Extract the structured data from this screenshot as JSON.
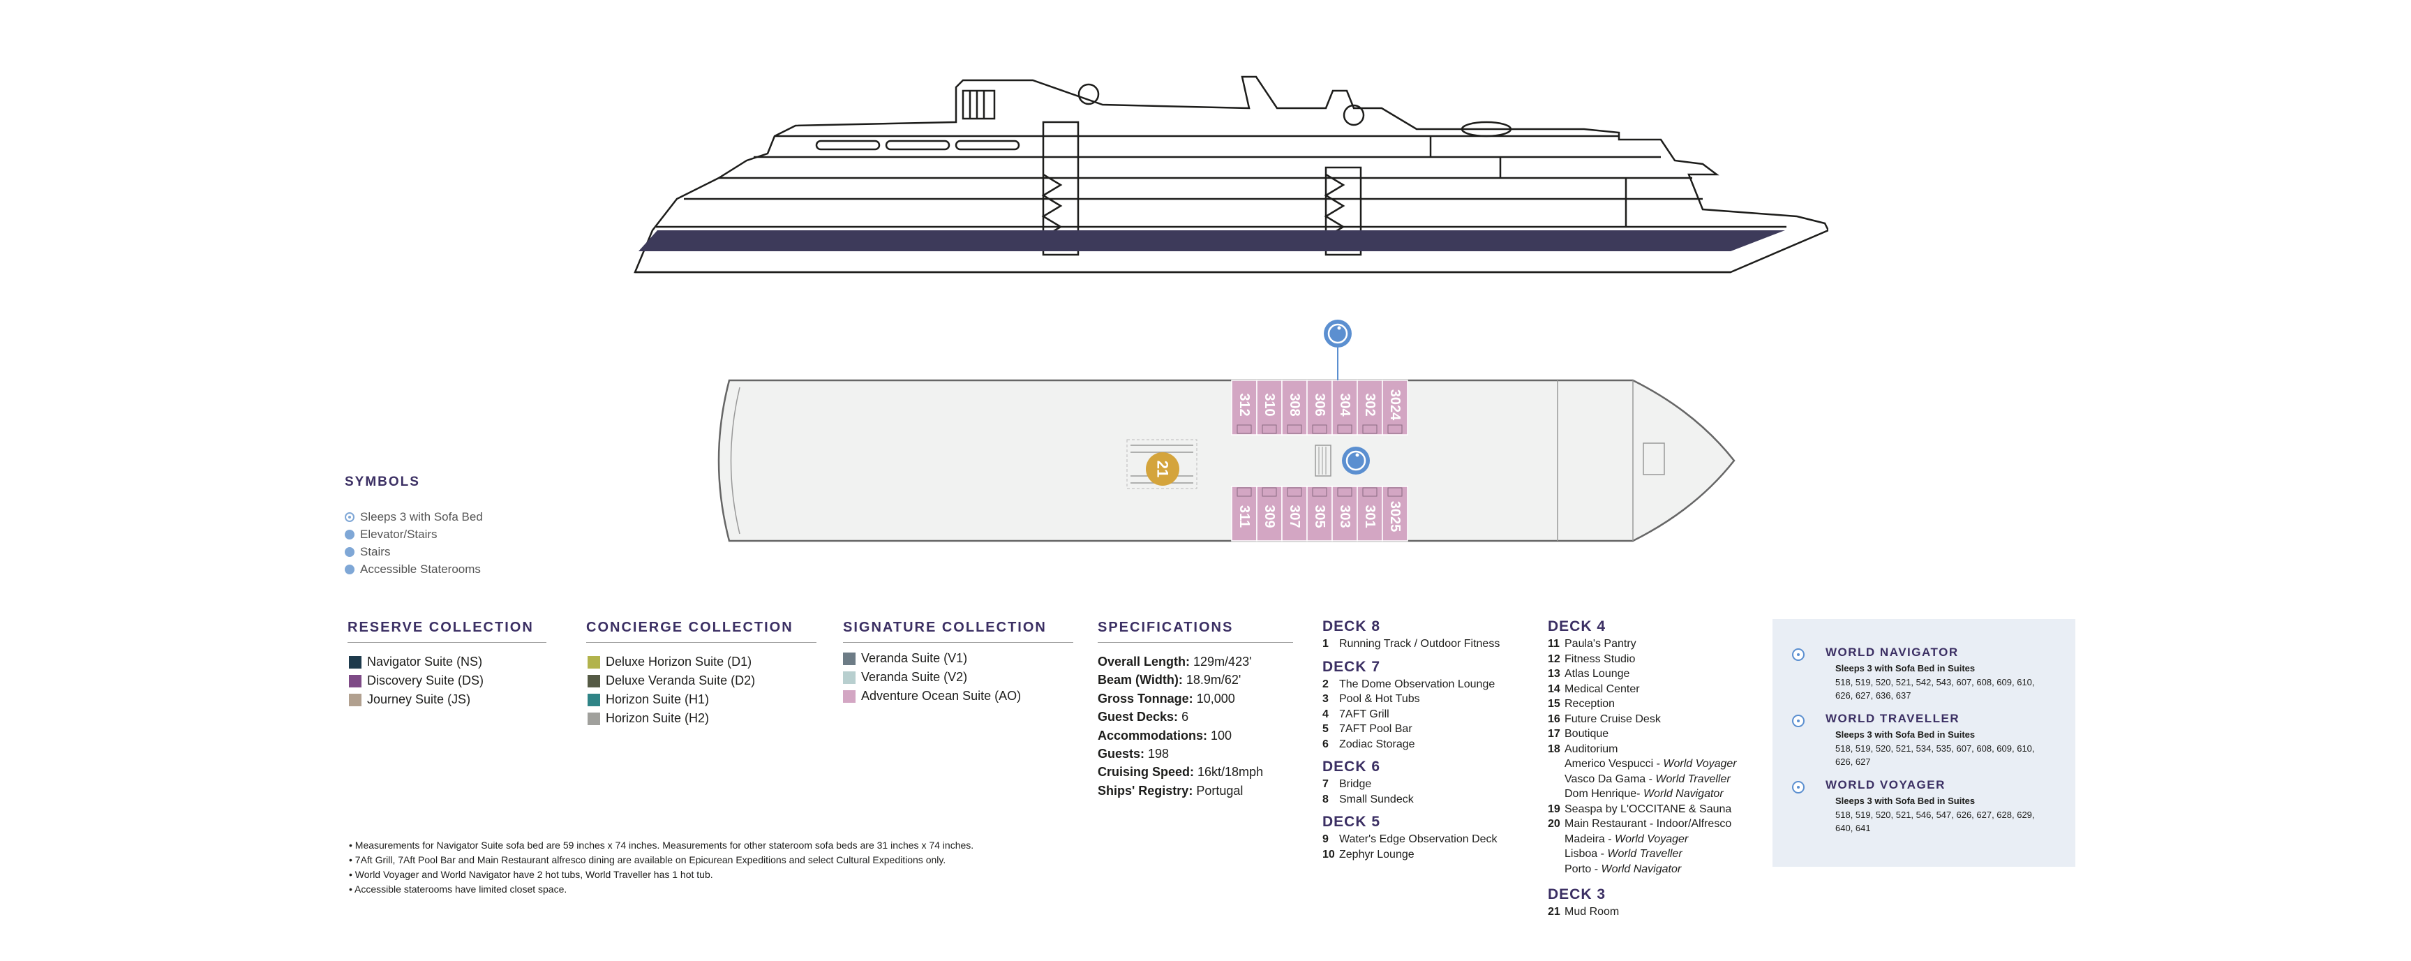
{
  "deck_plan": {
    "cabins_top": [
      "312",
      "310",
      "308",
      "306",
      "304",
      "302",
      "3024"
    ],
    "cabins_bottom": [
      "311",
      "309",
      "307",
      "305",
      "303",
      "301",
      "3025"
    ],
    "deck_marker": "21"
  },
  "symbols": {
    "title": "SYMBOLS",
    "items": [
      {
        "icon": "sofa-bed-icon",
        "label": "Sleeps 3 with Sofa Bed"
      },
      {
        "icon": "elevator-icon",
        "label": "Elevator/Stairs"
      },
      {
        "icon": "stairs-icon",
        "label": "Stairs"
      },
      {
        "icon": "accessible-icon",
        "label": "Accessible Staterooms"
      }
    ]
  },
  "collections": [
    {
      "title": "RESERVE COLLECTION",
      "items": [
        {
          "label": "Navigator Suite (NS)",
          "color": "#1e3a4c"
        },
        {
          "label": "Discovery Suite (DS)",
          "color": "#7e4a86"
        },
        {
          "label": "Journey Suite (JS)",
          "color": "#b1a08f"
        }
      ]
    },
    {
      "title": "CONCIERGE COLLECTION",
      "items": [
        {
          "label": "Deluxe Horizon Suite (D1)",
          "color": "#b2b34c"
        },
        {
          "label": "Deluxe Veranda Suite (D2)",
          "color": "#555a45"
        },
        {
          "label": "Horizon Suite (H1)",
          "color": "#2f8486"
        },
        {
          "label": "Horizon Suite (H2)",
          "color": "#a0a09c"
        }
      ]
    },
    {
      "title": "SIGNATURE COLLECTION",
      "items": [
        {
          "label": "Veranda Suite (V1)",
          "color": "#6d7c86"
        },
        {
          "label": "Veranda Suite (V2)",
          "color": "#b8cfcf"
        },
        {
          "label": "Adventure Ocean Suite (AO)",
          "color": "#d3a6c3"
        }
      ]
    }
  ],
  "specifications": {
    "title": "SPECIFICATIONS",
    "rows": [
      {
        "k": "Overall Length:",
        "v": " 129m/423'"
      },
      {
        "k": "Beam (Width):",
        "v": " 18.9m/62'"
      },
      {
        "k": "Gross Tonnage:",
        "v": " 10,000"
      },
      {
        "k": "Guest Decks:",
        "v": " 6"
      },
      {
        "k": "Accommodations:",
        "v": " 100"
      },
      {
        "k": "Guests:",
        "v": " 198"
      },
      {
        "k": "Cruising Speed:",
        "v": "  16kt/18mph"
      },
      {
        "k": "Ships' Registry:",
        "v": " Portugal"
      }
    ]
  },
  "footnotes": [
    "• Measurements for Navigator Suite sofa bed are 59 inches x 74 inches. Measurements for other stateroom sofa beds are 31 inches x 74 inches.",
    "• 7Aft Grill, 7Aft Pool Bar and Main Restaurant alfresco dining are available on Epicurean Expeditions and select Cultural Expeditions only.",
    "• World Voyager and World Navigator have 2 hot tubs, World Traveller has 1 hot tub.",
    "• Accessible staterooms have limited closet space."
  ],
  "decks_col1": [
    {
      "title": "DECK 8",
      "rows": [
        {
          "n": "1",
          "t": "Running Track / Outdoor Fitness"
        }
      ]
    },
    {
      "title": "DECK 7",
      "rows": [
        {
          "n": "2",
          "t": "The Dome Observation Lounge"
        },
        {
          "n": "3",
          "t": "Pool & Hot Tubs"
        },
        {
          "n": "4",
          "t": "7AFT Grill"
        },
        {
          "n": "5",
          "t": "7AFT Pool Bar"
        },
        {
          "n": "6",
          "t": "Zodiac Storage"
        }
      ]
    },
    {
      "title": "DECK 6",
      "rows": [
        {
          "n": "7",
          "t": "Bridge"
        },
        {
          "n": "8",
          "t": "Small Sundeck"
        }
      ]
    },
    {
      "title": "DECK 5",
      "rows": [
        {
          "n": "9",
          "t": "Water's Edge Observation Deck"
        },
        {
          "n": "10",
          "t": "Zephyr Lounge"
        }
      ]
    }
  ],
  "deck4": {
    "title": "DECK 4",
    "rows": [
      {
        "n": "11",
        "t": "Paula's Pantry"
      },
      {
        "n": "12",
        "t": "Fitness Studio"
      },
      {
        "n": "13",
        "t": "Atlas Lounge"
      },
      {
        "n": "14",
        "t": "Medical Center"
      },
      {
        "n": "15",
        "t": "Reception"
      },
      {
        "n": "16",
        "t": "Future Cruise Desk"
      },
      {
        "n": "17",
        "t": "Boutique"
      },
      {
        "n": "18",
        "t": "Auditorium"
      }
    ],
    "auditorium_sub": [
      {
        "a": "Americo Vespucci - ",
        "b": "World Voyager"
      },
      {
        "a": "Vasco Da Gama - ",
        "b": "World Traveller"
      },
      {
        "a": "Dom Henrique- ",
        "b": "World Navigator"
      }
    ],
    "rows2": [
      {
        "n": "19",
        "t": "Seaspa by L'OCCITANE & Sauna"
      },
      {
        "n": "20",
        "t": "Main Restaurant - Indoor/Alfresco"
      }
    ],
    "restaurant_sub": [
      {
        "a": "Madeira - ",
        "b": "World Voyager"
      },
      {
        "a": "Lisboa - ",
        "b": "World Traveller"
      },
      {
        "a": "Porto - ",
        "b": "World Navigator"
      }
    ]
  },
  "deck3": {
    "title": "DECK 3",
    "rows": [
      {
        "n": "21",
        "t": "Mud Room"
      }
    ]
  },
  "ships": [
    {
      "name": "WORLD NAVIGATOR",
      "sleeps": "Sleeps 3 with Sofa Bed in Suites",
      "cabins": "518, 519, 520, 521, 542, 543, 607, 608, 609, 610, 626, 627, 636, 637"
    },
    {
      "name": "WORLD TRAVELLER",
      "sleeps": "Sleeps 3 with Sofa Bed in Suites",
      "cabins": "518, 519, 520, 521, 534, 535, 607, 608, 609, 610, 626, 627"
    },
    {
      "name": "WORLD VOYAGER",
      "sleeps": "Sleeps 3 with Sofa Bed in Suites",
      "cabins": "518, 519, 520, 521, 546, 547, 626, 627, 628, 629, 640, 641"
    }
  ],
  "colors": {
    "accent": "#3b2f63",
    "hull_band": "#3d3a5a",
    "cabin": "#d3a6c3",
    "icon_blue": "#5b8fd0",
    "marker": "#d4a43c"
  }
}
